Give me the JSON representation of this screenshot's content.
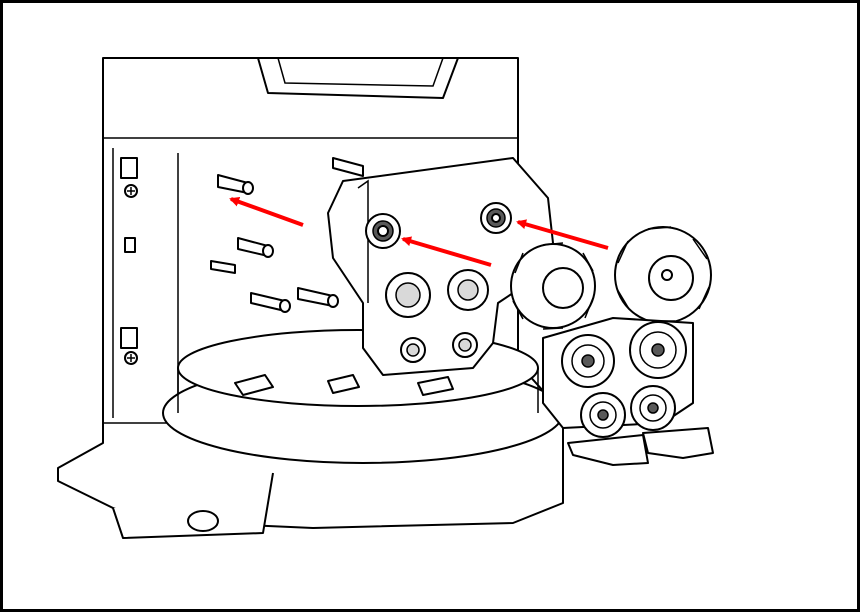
{
  "figure": {
    "arrow_color": "#ff0000",
    "line_color": "#000000",
    "background": "#ffffff",
    "arrows": [
      {
        "from": "roller-upper-right",
        "to": "upper-right-hub"
      },
      {
        "from": "roller-middle",
        "to": "upper-left-hub"
      },
      {
        "from": "roller-carrier",
        "to": "machine-interior"
      }
    ]
  }
}
